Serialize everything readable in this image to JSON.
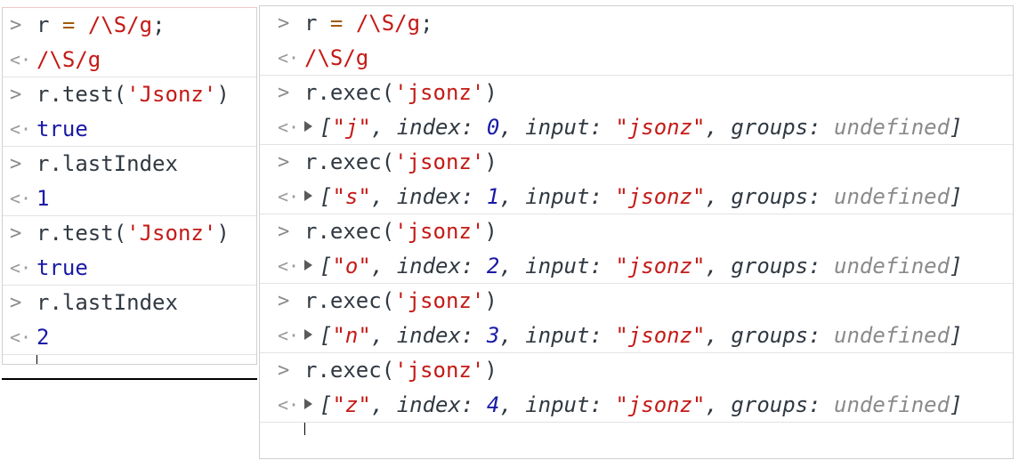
{
  "left": {
    "rows": [
      {
        "prompt": ">",
        "kind": "input",
        "parts": [
          {
            "t": "r "
          },
          {
            "t": "=",
            "c": "orange"
          },
          {
            "t": " "
          },
          {
            "t": "/\\S/g",
            "c": "red"
          },
          {
            "t": ";"
          }
        ]
      },
      {
        "prompt": "<·",
        "kind": "output",
        "parts": [
          {
            "t": "/\\S/g",
            "c": "red"
          }
        ]
      },
      {
        "prompt": ">",
        "kind": "input",
        "parts": [
          {
            "t": "r.test("
          },
          {
            "t": "'Jsonz'",
            "c": "red"
          },
          {
            "t": ")"
          }
        ]
      },
      {
        "prompt": "<·",
        "kind": "output",
        "parts": [
          {
            "t": "true",
            "c": "blue"
          }
        ]
      },
      {
        "prompt": ">",
        "kind": "input",
        "parts": [
          {
            "t": "r.lastIndex"
          }
        ]
      },
      {
        "prompt": "<·",
        "kind": "output",
        "parts": [
          {
            "t": "1",
            "c": "blue"
          }
        ]
      },
      {
        "prompt": ">",
        "kind": "input",
        "parts": [
          {
            "t": "r.test("
          },
          {
            "t": "'Jsonz'",
            "c": "red"
          },
          {
            "t": ")"
          }
        ]
      },
      {
        "prompt": "<·",
        "kind": "output",
        "parts": [
          {
            "t": "true",
            "c": "blue"
          }
        ]
      },
      {
        "prompt": ">",
        "kind": "input",
        "parts": [
          {
            "t": "r.lastIndex"
          }
        ]
      },
      {
        "prompt": "<·",
        "kind": "output",
        "parts": [
          {
            "t": "2",
            "c": "blue"
          }
        ]
      }
    ]
  },
  "right": {
    "rows": [
      {
        "prompt": ">",
        "kind": "input",
        "parts": [
          {
            "t": "r "
          },
          {
            "t": "=",
            "c": "orange"
          },
          {
            "t": " "
          },
          {
            "t": "/\\S/g",
            "c": "red"
          },
          {
            "t": ";"
          }
        ]
      },
      {
        "prompt": "<·",
        "kind": "output",
        "parts": [
          {
            "t": "/\\S/g",
            "c": "red"
          }
        ]
      },
      {
        "prompt": ">",
        "kind": "input",
        "parts": [
          {
            "t": "r.exec("
          },
          {
            "t": "'jsonz'",
            "c": "red"
          },
          {
            "t": ")"
          }
        ]
      },
      {
        "prompt": "<·",
        "kind": "result",
        "parts": [
          {
            "t": "[",
            "i": true
          },
          {
            "t": "\"j\"",
            "c": "red",
            "i": true
          },
          {
            "t": ", index: ",
            "i": true
          },
          {
            "t": "0",
            "c": "blue",
            "i": true
          },
          {
            "t": ", input: ",
            "i": true
          },
          {
            "t": "\"jsonz\"",
            "c": "red",
            "i": true
          },
          {
            "t": ", groups: ",
            "i": true
          },
          {
            "t": "undefined",
            "c": "gray",
            "i": true
          },
          {
            "t": "]",
            "i": true
          }
        ]
      },
      {
        "prompt": ">",
        "kind": "input",
        "parts": [
          {
            "t": "r.exec("
          },
          {
            "t": "'jsonz'",
            "c": "red"
          },
          {
            "t": ")"
          }
        ]
      },
      {
        "prompt": "<·",
        "kind": "result",
        "parts": [
          {
            "t": "[",
            "i": true
          },
          {
            "t": "\"s\"",
            "c": "red",
            "i": true
          },
          {
            "t": ", index: ",
            "i": true
          },
          {
            "t": "1",
            "c": "blue",
            "i": true
          },
          {
            "t": ", input: ",
            "i": true
          },
          {
            "t": "\"jsonz\"",
            "c": "red",
            "i": true
          },
          {
            "t": ", groups: ",
            "i": true
          },
          {
            "t": "undefined",
            "c": "gray",
            "i": true
          },
          {
            "t": "]",
            "i": true
          }
        ]
      },
      {
        "prompt": ">",
        "kind": "input",
        "parts": [
          {
            "t": "r.exec("
          },
          {
            "t": "'jsonz'",
            "c": "red"
          },
          {
            "t": ")"
          }
        ]
      },
      {
        "prompt": "<·",
        "kind": "result",
        "parts": [
          {
            "t": "[",
            "i": true
          },
          {
            "t": "\"o\"",
            "c": "red",
            "i": true
          },
          {
            "t": ", index: ",
            "i": true
          },
          {
            "t": "2",
            "c": "blue",
            "i": true
          },
          {
            "t": ", input: ",
            "i": true
          },
          {
            "t": "\"jsonz\"",
            "c": "red",
            "i": true
          },
          {
            "t": ", groups: ",
            "i": true
          },
          {
            "t": "undefined",
            "c": "gray",
            "i": true
          },
          {
            "t": "]",
            "i": true
          }
        ]
      },
      {
        "prompt": ">",
        "kind": "input",
        "parts": [
          {
            "t": "r.exec("
          },
          {
            "t": "'jsonz'",
            "c": "red"
          },
          {
            "t": ")"
          }
        ]
      },
      {
        "prompt": "<·",
        "kind": "result",
        "parts": [
          {
            "t": "[",
            "i": true
          },
          {
            "t": "\"n\"",
            "c": "red",
            "i": true
          },
          {
            "t": ", index: ",
            "i": true
          },
          {
            "t": "3",
            "c": "blue",
            "i": true
          },
          {
            "t": ", input: ",
            "i": true
          },
          {
            "t": "\"jsonz\"",
            "c": "red",
            "i": true
          },
          {
            "t": ", groups: ",
            "i": true
          },
          {
            "t": "undefined",
            "c": "gray",
            "i": true
          },
          {
            "t": "]",
            "i": true
          }
        ]
      },
      {
        "prompt": ">",
        "kind": "input",
        "parts": [
          {
            "t": "r.exec("
          },
          {
            "t": "'jsonz'",
            "c": "red"
          },
          {
            "t": ")"
          }
        ]
      },
      {
        "prompt": "<·",
        "kind": "result",
        "parts": [
          {
            "t": "[",
            "i": true
          },
          {
            "t": "\"z\"",
            "c": "red",
            "i": true
          },
          {
            "t": ", index: ",
            "i": true
          },
          {
            "t": "4",
            "c": "blue",
            "i": true
          },
          {
            "t": ", input: ",
            "i": true
          },
          {
            "t": "\"jsonz\"",
            "c": "red",
            "i": true
          },
          {
            "t": ", groups: ",
            "i": true
          },
          {
            "t": "undefined",
            "c": "gray",
            "i": true
          },
          {
            "t": "]",
            "i": true
          }
        ]
      }
    ]
  },
  "colors": {
    "red": "#c41a16",
    "orange": "#a05a00",
    "blue": "#1a1aa6",
    "gray": "#8a8a8a",
    "text": "#303942"
  },
  "icons": {
    "input_prompt": "chevron-right-icon",
    "output_prompt": "return-arrow-icon",
    "expand": "triangle-right-icon"
  }
}
